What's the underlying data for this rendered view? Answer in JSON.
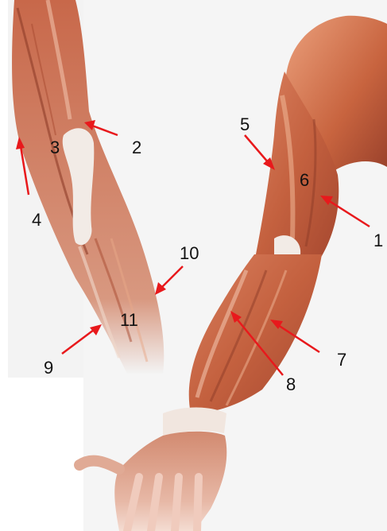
{
  "labels": {
    "n1": "1",
    "n2": "2",
    "n3": "3",
    "n4": "4",
    "n5": "5",
    "n6": "6",
    "n7": "7",
    "n8": "8",
    "n9": "9",
    "n10": "10",
    "n11": "11"
  },
  "colors": {
    "arrow": "#e8191c",
    "muscle": "#c8684a",
    "muscle_dark": "#9c4430",
    "muscle_light": "#e6a080",
    "tendon": "#f1e6df",
    "background_panel": "#f3f3f3"
  }
}
